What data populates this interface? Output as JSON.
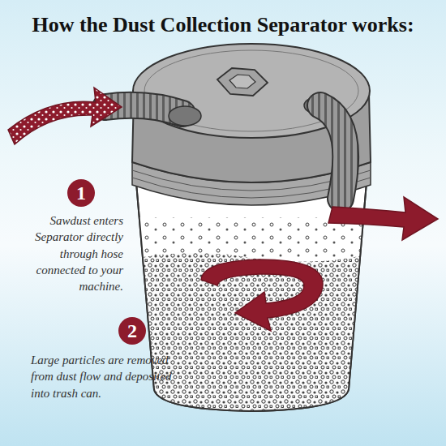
{
  "diagram": {
    "title": "How the Dust Collection Separator works:",
    "nodes": [
      {
        "text": [
          "1"
        ]
      },
      {
        "text": [
          "2"
        ]
      }
    ],
    "labels": [
      "Sawdust enters Separator directly through hose connected to your machine.",
      "Large particles are removed from dust flow and deposited into trash can."
    ]
  }
}
